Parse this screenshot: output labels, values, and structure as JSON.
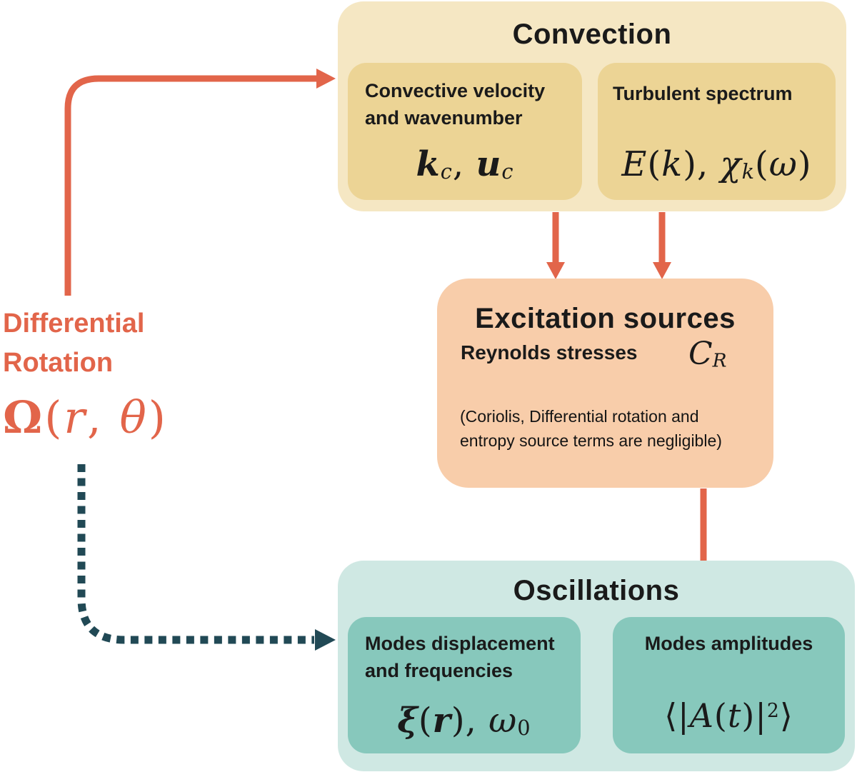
{
  "palette": {
    "background": "#ffffff",
    "convection_outer": "#f5e7c3",
    "convection_inner": "#ecd495",
    "excitation_fill": "#f8cdaa",
    "oscillations_outer": "#cfe8e3",
    "oscillations_inner": "#87c8bc",
    "arrow_orange": "#e2654a",
    "arrow_dark_teal": "#214955",
    "text_black": "#1a1a1a"
  },
  "diff_rotation": {
    "line1": "Differential",
    "line2": "Rotation",
    "formula": [
      {
        "s": "b",
        "t": "Ω"
      },
      {
        "s": "r",
        "t": "("
      },
      {
        "s": "i",
        "t": "r"
      },
      {
        "s": "r",
        "t": ", "
      },
      {
        "s": "i",
        "t": "θ"
      },
      {
        "s": "r",
        "t": ")"
      }
    ]
  },
  "convection": {
    "title": "Convection",
    "velocity_box": {
      "label_line1": "Convective velocity",
      "label_line2": "and wavenumber",
      "formula": [
        {
          "s": "bi",
          "t": "k"
        },
        {
          "s": "sbi",
          "t": "c"
        },
        {
          "s": "r",
          "t": ", "
        },
        {
          "s": "bi",
          "t": "u"
        },
        {
          "s": "sbi",
          "t": "c"
        }
      ]
    },
    "spectrum_box": {
      "label": "Turbulent spectrum",
      "formula": [
        {
          "s": "i",
          "t": "E"
        },
        {
          "s": "r",
          "t": "("
        },
        {
          "s": "i",
          "t": "k"
        },
        {
          "s": "r",
          "t": "), "
        },
        {
          "s": "i",
          "t": "χ"
        },
        {
          "s": "sbi",
          "t": "k"
        },
        {
          "s": "r",
          "t": "("
        },
        {
          "s": "i",
          "t": "ω"
        },
        {
          "s": "r",
          "t": ")"
        }
      ]
    }
  },
  "excitation": {
    "title": "Excitation sources",
    "label": "Reynolds stresses",
    "formula": [
      {
        "s": "i",
        "t": "C"
      },
      {
        "s": "sbi",
        "t": "R"
      }
    ],
    "note_line1": "(Coriolis, Differential rotation and",
    "note_line2": "entropy source terms are negligible)"
  },
  "oscillations": {
    "title": "Oscillations",
    "modes_box": {
      "label_line1": "Modes displacement",
      "label_line2": "and frequencies",
      "formula": [
        {
          "s": "bi",
          "t": "ξ"
        },
        {
          "s": "r",
          "t": "("
        },
        {
          "s": "bi",
          "t": "r"
        },
        {
          "s": "r",
          "t": "), "
        },
        {
          "s": "i",
          "t": "ω"
        },
        {
          "s": "sr",
          "t": "0"
        }
      ]
    },
    "amplitudes_box": {
      "label": "Modes amplitudes",
      "formula": [
        {
          "s": "r",
          "t": "⟨|"
        },
        {
          "s": "i",
          "t": "A"
        },
        {
          "s": "r",
          "t": "("
        },
        {
          "s": "i",
          "t": "t"
        },
        {
          "s": "r",
          "t": ")|"
        },
        {
          "s": "sup",
          "t": "2"
        },
        {
          "s": "r",
          "t": "⟩"
        }
      ]
    }
  },
  "arrows": [
    {
      "from": "differential-rotation",
      "to": "convection",
      "style": "solid-orange"
    },
    {
      "from": "convective-velocity",
      "to": "excitation-sources",
      "style": "solid-orange"
    },
    {
      "from": "turbulent-spectrum",
      "to": "excitation-sources",
      "style": "solid-orange"
    },
    {
      "from": "excitation-sources",
      "to": "modes-amplitudes",
      "style": "solid-orange"
    },
    {
      "from": "differential-rotation",
      "to": "modes-displacement",
      "style": "dotted-dark-teal"
    },
    {
      "from": "modes-displacement",
      "to": "modes-amplitudes",
      "style": "solid-dark-teal"
    }
  ]
}
